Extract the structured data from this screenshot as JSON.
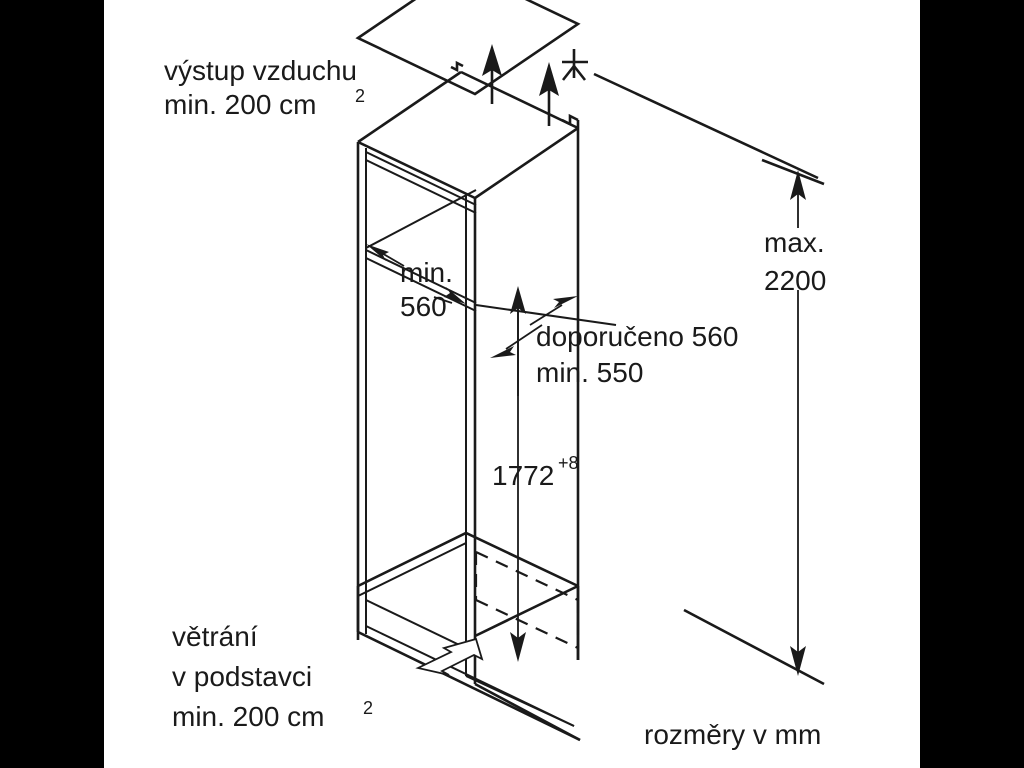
{
  "figure": {
    "kind": "appliance-niche-installation-dimension-drawing",
    "units_note": "rozměry v mm",
    "background_color": "#ffffff",
    "letterbox_color": "#000000",
    "line_color": "#1a1a1a"
  },
  "annotations": {
    "air_outlet": {
      "line1": "výstup vzduchu",
      "line2_prefix": "min. 200 cm",
      "line2_sup": "2"
    },
    "plinth_ventilation": {
      "line1": "větrání",
      "line2": "v podstavci",
      "line3_prefix": "min. 200 cm",
      "line3_sup": "2"
    },
    "niche_width": {
      "line1": "min.",
      "line2": "560"
    },
    "niche_depth": {
      "line1": "doporučeno 560",
      "line2": "min. 550"
    },
    "niche_height": {
      "value": "1772",
      "tolerance": "+8"
    },
    "total_height": {
      "line1": "max.",
      "line2": "2200"
    },
    "units_caption": "rozměry v mm"
  },
  "icons": {
    "up_arrow_1": "up-arrow-icon",
    "up_arrow_2": "up-arrow-icon",
    "crows_foot": "crows-foot-leader-icon",
    "plinth_air_arrow": "outlined-airflow-arrow-icon"
  }
}
